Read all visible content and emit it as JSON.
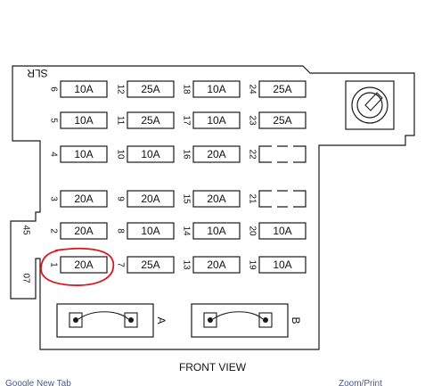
{
  "header_label": "SLR",
  "caption": "FRONT VIEW",
  "fuses": [
    {
      "id": "6",
      "label": "10A"
    },
    {
      "id": "12",
      "label": "25A"
    },
    {
      "id": "18",
      "label": "10A"
    },
    {
      "id": "24",
      "label": "25A"
    },
    {
      "id": "5",
      "label": "10A"
    },
    {
      "id": "11",
      "label": "25A"
    },
    {
      "id": "17",
      "label": "10A"
    },
    {
      "id": "23",
      "label": "25A"
    },
    {
      "id": "4",
      "label": "10A"
    },
    {
      "id": "10",
      "label": "10A"
    },
    {
      "id": "16",
      "label": "20A"
    },
    {
      "id": "22",
      "label": ""
    },
    {
      "id": "3",
      "label": "20A"
    },
    {
      "id": "9",
      "label": "20A"
    },
    {
      "id": "15",
      "label": "20A"
    },
    {
      "id": "21",
      "label": ""
    },
    {
      "id": "2",
      "label": "20A"
    },
    {
      "id": "8",
      "label": "10A"
    },
    {
      "id": "14",
      "label": "10A"
    },
    {
      "id": "20",
      "label": "10A"
    },
    {
      "id": "1",
      "label": "20A"
    },
    {
      "id": "7",
      "label": "25A"
    },
    {
      "id": "13",
      "label": "20A"
    },
    {
      "id": "19",
      "label": "10A"
    }
  ],
  "side_labels": {
    "upper": "45",
    "lower": "07"
  },
  "breakers": [
    {
      "label": "A"
    },
    {
      "label": "B"
    }
  ],
  "highlighted_fuse": "1",
  "colors": {
    "line": "#1a1a1a",
    "highlight": "#e0141a",
    "strip_text": "#4a5a8a"
  },
  "bottom_strip": {
    "left": "Google New Tab",
    "right": "Zoom/Print"
  }
}
